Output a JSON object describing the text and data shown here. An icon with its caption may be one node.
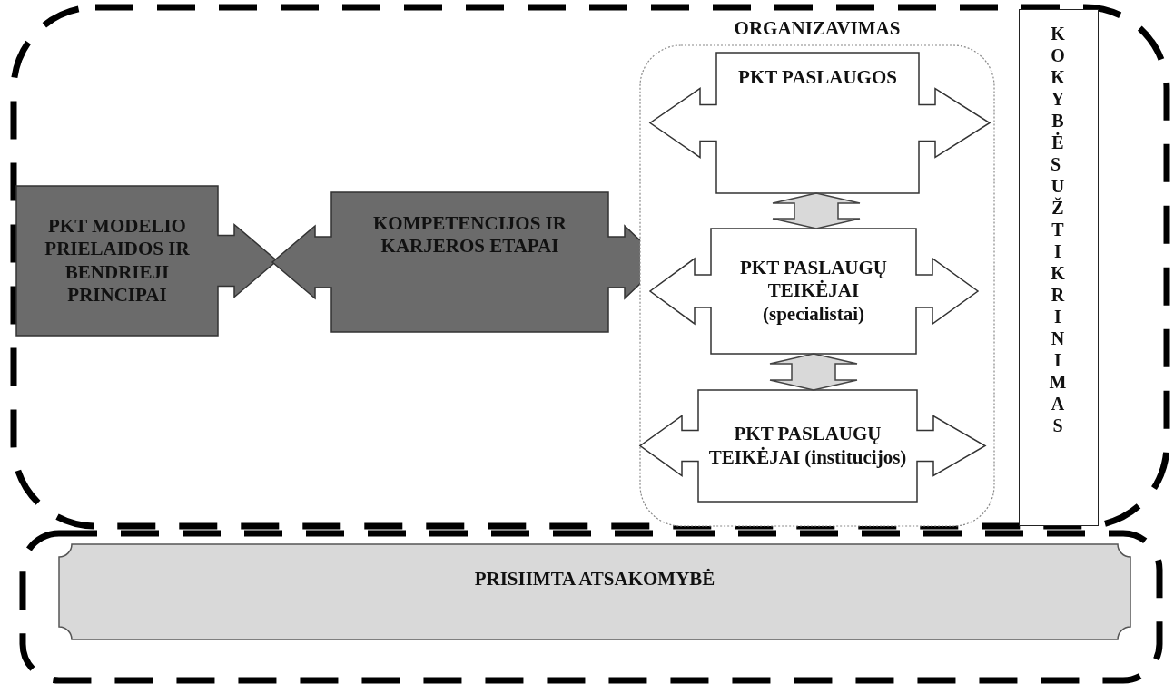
{
  "diagram": {
    "nodes": [
      {
        "text": [
          "PKT MODELIO PRIELAIDOS IR BENDRIEJI PRINCIPAI"
        ]
      },
      {
        "text": [
          "KOMPETENCIJOS IR KARJEROS ETAPAI"
        ]
      },
      {
        "text": [
          "ORGANIZAVIMAS"
        ]
      },
      {
        "text": [
          "PKT PASLAUGOS"
        ],
        "in": 2
      },
      {
        "text": [
          "PKT PASLAUGŲ TEIKĖJAI (specialistai)"
        ],
        "in": 2
      },
      {
        "text": [
          "PKT PASLAUGŲ TEIKĖJAI (institucijos)"
        ],
        "in": 2
      },
      {
        "text": [
          "KOKYBĖS UŽTIKRINIMAS"
        ]
      },
      {
        "text": [
          "PRISIIMTA ATSAKOMYBĖ"
        ]
      }
    ],
    "edges": [
      {
        "from": 3,
        "to": 4,
        "arrow": "both"
      },
      {
        "from": 4,
        "to": 5,
        "arrow": "both"
      }
    ]
  }
}
